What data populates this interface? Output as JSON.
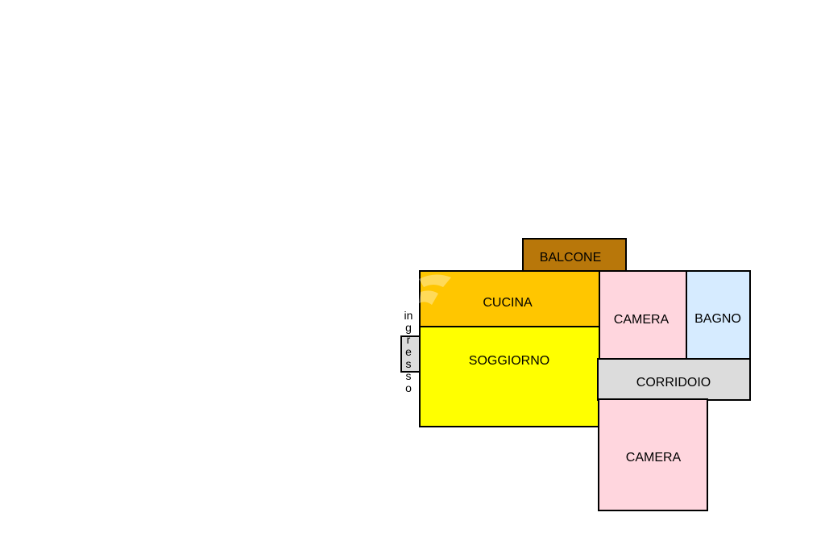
{
  "floorplan": {
    "rooms": {
      "balcone": {
        "label": "BALCONE",
        "color": "#B8770A"
      },
      "cucina": {
        "label": "CUCINA",
        "color": "#FFC600"
      },
      "soggiorno": {
        "label": "SOGGIORNO",
        "color": "#FFFF00"
      },
      "camera_top": {
        "label": "CAMERA",
        "color": "#FFD6DE"
      },
      "bagno": {
        "label": "BAGNO",
        "color": "#D6EBFF"
      },
      "corridoio": {
        "label": "CORRIDOIO",
        "color": "#DCDCDC"
      },
      "camera_bottom": {
        "label": "CAMERA",
        "color": "#FFD6DE"
      }
    },
    "entrance": {
      "label": "ingresso",
      "color": "#DCDCDC"
    }
  }
}
